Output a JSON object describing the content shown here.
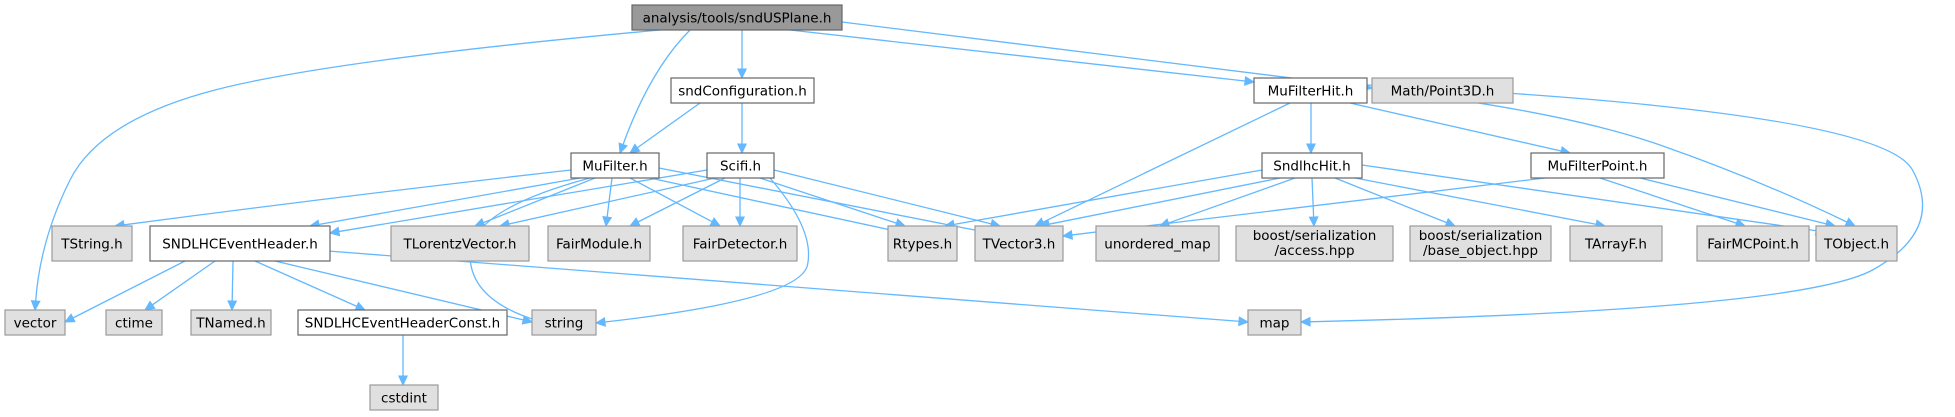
{
  "diagram": {
    "colors": {
      "edge": "#63b8ff",
      "root_fill": "#999999",
      "root_border": "#666666",
      "documented_fill": "#ffffff",
      "documented_border": "#666666",
      "external_fill": "#e0e0e0",
      "external_border": "#999999"
    },
    "nodes": [
      {
        "id": "sndUSPlane",
        "label": "analysis/tools/sndUSPlane.h",
        "kind": "root"
      },
      {
        "id": "sndConfiguration",
        "label": "sndConfiguration.h",
        "kind": "documented"
      },
      {
        "id": "MuFilterHit",
        "label": "MuFilterHit.h",
        "kind": "documented"
      },
      {
        "id": "Point3D",
        "label": "Math/Point3D.h",
        "kind": "external"
      },
      {
        "id": "MuFilter",
        "label": "MuFilter.h",
        "kind": "documented"
      },
      {
        "id": "Scifi",
        "label": "Scifi.h",
        "kind": "documented"
      },
      {
        "id": "SndlhcHit",
        "label": "SndlhcHit.h",
        "kind": "documented"
      },
      {
        "id": "MuFilterPoint",
        "label": "MuFilterPoint.h",
        "kind": "documented"
      },
      {
        "id": "TString",
        "label": "TString.h",
        "kind": "external"
      },
      {
        "id": "SNDLHCEventHeader",
        "label": "SNDLHCEventHeader.h",
        "kind": "documented"
      },
      {
        "id": "TLorentzVector",
        "label": "TLorentzVector.h",
        "kind": "external"
      },
      {
        "id": "FairModule",
        "label": "FairModule.h",
        "kind": "external"
      },
      {
        "id": "FairDetector",
        "label": "FairDetector.h",
        "kind": "external"
      },
      {
        "id": "Rtypes",
        "label": "Rtypes.h",
        "kind": "external"
      },
      {
        "id": "TVector3",
        "label": "TVector3.h",
        "kind": "external"
      },
      {
        "id": "unordered_map",
        "label": "unordered_map",
        "kind": "external"
      },
      {
        "id": "boost_access",
        "label": [
          "boost/serialization",
          "/access.hpp"
        ],
        "kind": "external"
      },
      {
        "id": "boost_base",
        "label": [
          "boost/serialization",
          "/base_object.hpp"
        ],
        "kind": "external"
      },
      {
        "id": "TArrayF",
        "label": "TArrayF.h",
        "kind": "external"
      },
      {
        "id": "FairMCPoint",
        "label": "FairMCPoint.h",
        "kind": "external"
      },
      {
        "id": "TObject",
        "label": "TObject.h",
        "kind": "external"
      },
      {
        "id": "vector",
        "label": "vector",
        "kind": "external"
      },
      {
        "id": "ctime",
        "label": "ctime",
        "kind": "external"
      },
      {
        "id": "TNamed",
        "label": "TNamed.h",
        "kind": "external"
      },
      {
        "id": "SNDLHCEventHeaderConst",
        "label": "SNDLHCEventHeaderConst.h",
        "kind": "documented"
      },
      {
        "id": "string",
        "label": "string",
        "kind": "external"
      },
      {
        "id": "map",
        "label": "map",
        "kind": "external"
      },
      {
        "id": "cstdint",
        "label": "cstdint",
        "kind": "external"
      }
    ],
    "edges": [
      {
        "from": "sndUSPlane",
        "to": "vector"
      },
      {
        "from": "sndUSPlane",
        "to": "MuFilter"
      },
      {
        "from": "sndUSPlane",
        "to": "sndConfiguration"
      },
      {
        "from": "sndUSPlane",
        "to": "MuFilterHit"
      },
      {
        "from": "sndUSPlane",
        "to": "Point3D"
      },
      {
        "from": "sndConfiguration",
        "to": "MuFilter"
      },
      {
        "from": "sndConfiguration",
        "to": "Scifi"
      },
      {
        "from": "MuFilter",
        "to": "TString"
      },
      {
        "from": "MuFilter",
        "to": "SNDLHCEventHeader"
      },
      {
        "from": "MuFilter",
        "to": "string"
      },
      {
        "from": "MuFilter",
        "to": "TLorentzVector"
      },
      {
        "from": "MuFilter",
        "to": "FairModule"
      },
      {
        "from": "MuFilter",
        "to": "FairDetector"
      },
      {
        "from": "MuFilter",
        "to": "Rtypes"
      },
      {
        "from": "MuFilter",
        "to": "TVector3"
      },
      {
        "from": "Scifi",
        "to": "SNDLHCEventHeader"
      },
      {
        "from": "Scifi",
        "to": "TLorentzVector"
      },
      {
        "from": "Scifi",
        "to": "FairModule"
      },
      {
        "from": "Scifi",
        "to": "FairDetector"
      },
      {
        "from": "Scifi",
        "to": "Rtypes"
      },
      {
        "from": "Scifi",
        "to": "TVector3"
      },
      {
        "from": "Scifi",
        "to": "string"
      },
      {
        "from": "SNDLHCEventHeader",
        "to": "vector"
      },
      {
        "from": "SNDLHCEventHeader",
        "to": "ctime"
      },
      {
        "from": "SNDLHCEventHeader",
        "to": "TNamed"
      },
      {
        "from": "SNDLHCEventHeader",
        "to": "SNDLHCEventHeaderConst"
      },
      {
        "from": "SNDLHCEventHeader",
        "to": "string"
      },
      {
        "from": "SNDLHCEventHeader",
        "to": "map"
      },
      {
        "from": "SNDLHCEventHeaderConst",
        "to": "cstdint"
      },
      {
        "from": "MuFilterHit",
        "to": "TVector3"
      },
      {
        "from": "MuFilterHit",
        "to": "SndlhcHit"
      },
      {
        "from": "MuFilterHit",
        "to": "MuFilterPoint"
      },
      {
        "from": "MuFilterHit",
        "to": "TObject"
      },
      {
        "from": "MuFilterHit",
        "to": "map"
      },
      {
        "from": "SndlhcHit",
        "to": "Rtypes"
      },
      {
        "from": "SndlhcHit",
        "to": "TVector3"
      },
      {
        "from": "SndlhcHit",
        "to": "unordered_map"
      },
      {
        "from": "SndlhcHit",
        "to": "boost_access"
      },
      {
        "from": "SndlhcHit",
        "to": "boost_base"
      },
      {
        "from": "SndlhcHit",
        "to": "TArrayF"
      },
      {
        "from": "SndlhcHit",
        "to": "TObject"
      },
      {
        "from": "MuFilterPoint",
        "to": "TVector3"
      },
      {
        "from": "MuFilterPoint",
        "to": "FairMCPoint"
      },
      {
        "from": "MuFilterPoint",
        "to": "TObject"
      }
    ]
  }
}
